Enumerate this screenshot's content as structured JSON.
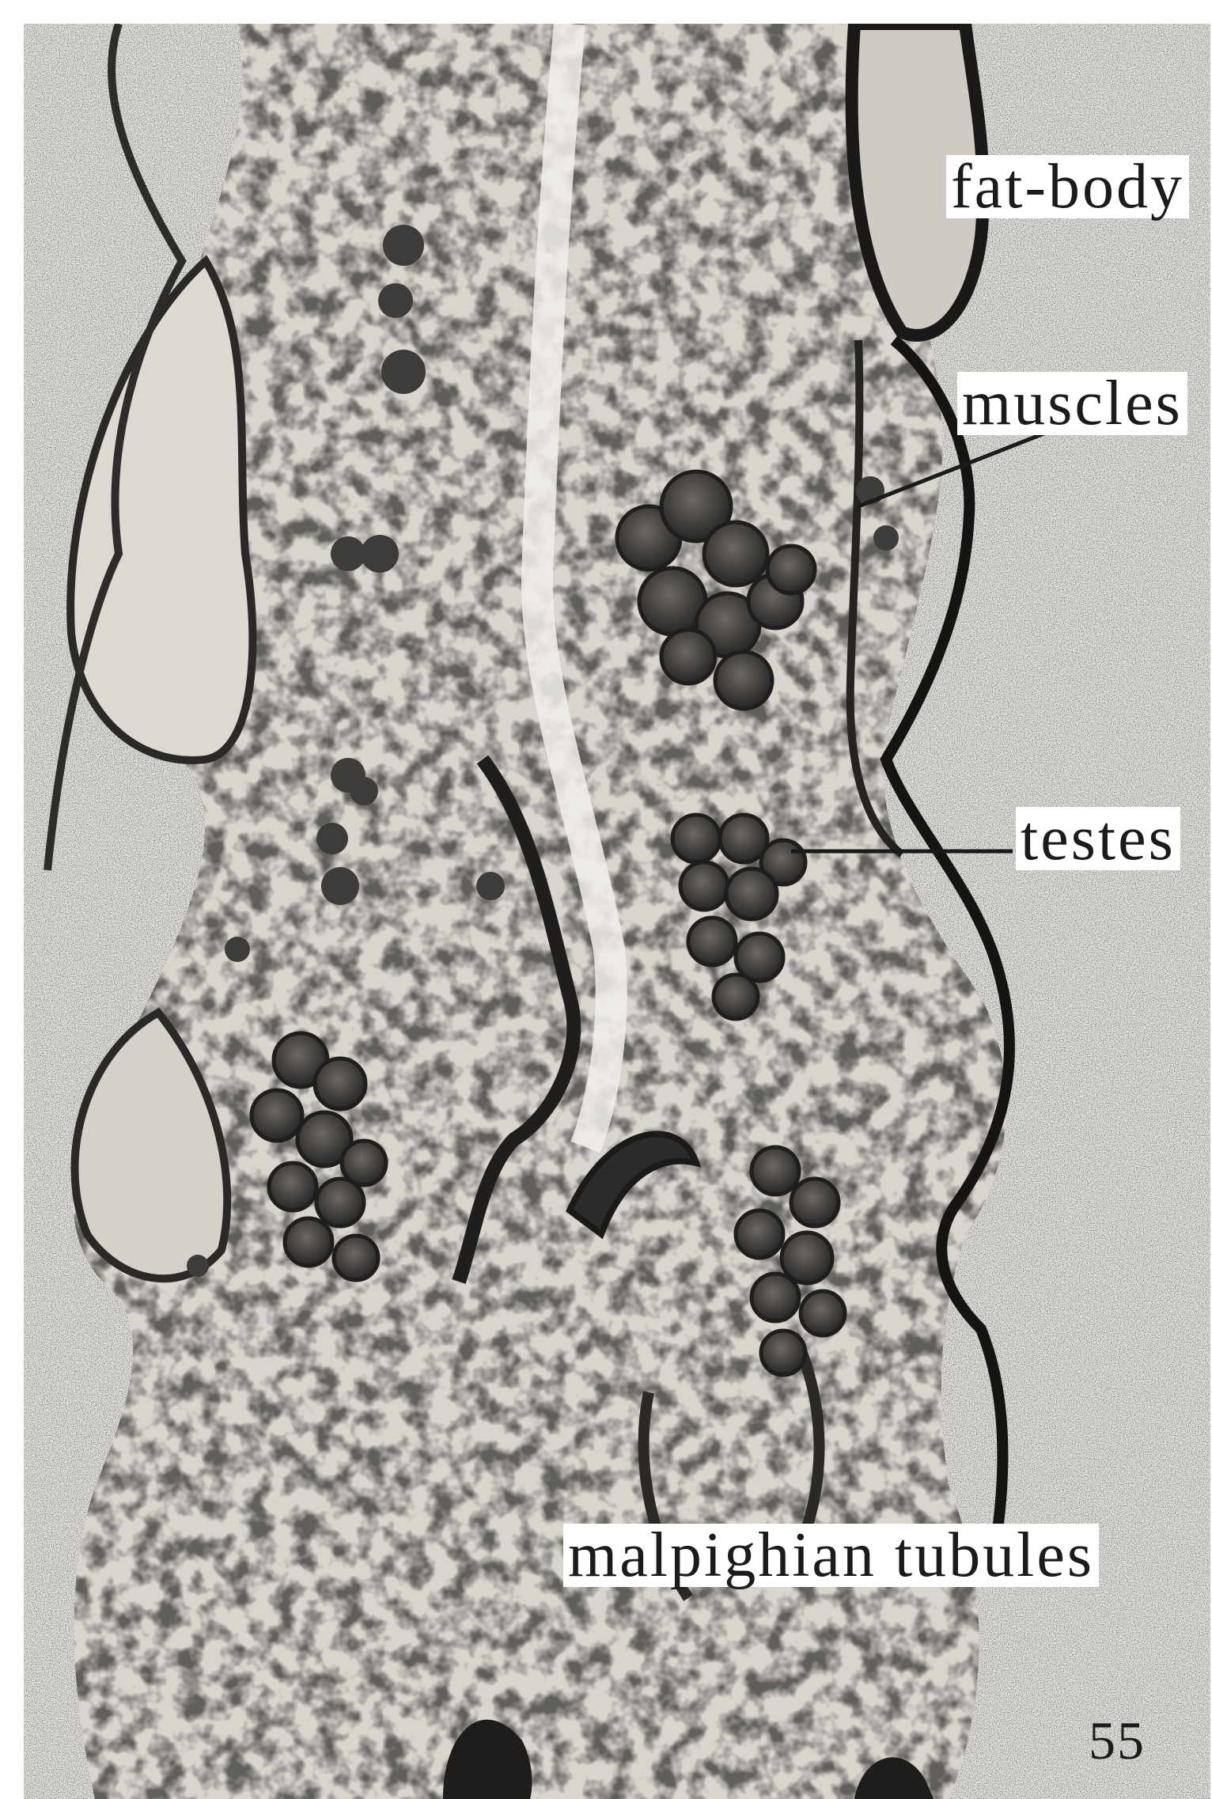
{
  "figure": {
    "labels": {
      "fat_body": "fat-body",
      "muscles": "muscles",
      "testes": "testes",
      "malpighian_tubules": "malpighian tubules"
    },
    "plate_number": "55",
    "colors": {
      "paper": "#ffffff",
      "tissue_light": "#ddd9d3",
      "tissue_dark": "#3a3836",
      "outline": "#161616"
    }
  }
}
